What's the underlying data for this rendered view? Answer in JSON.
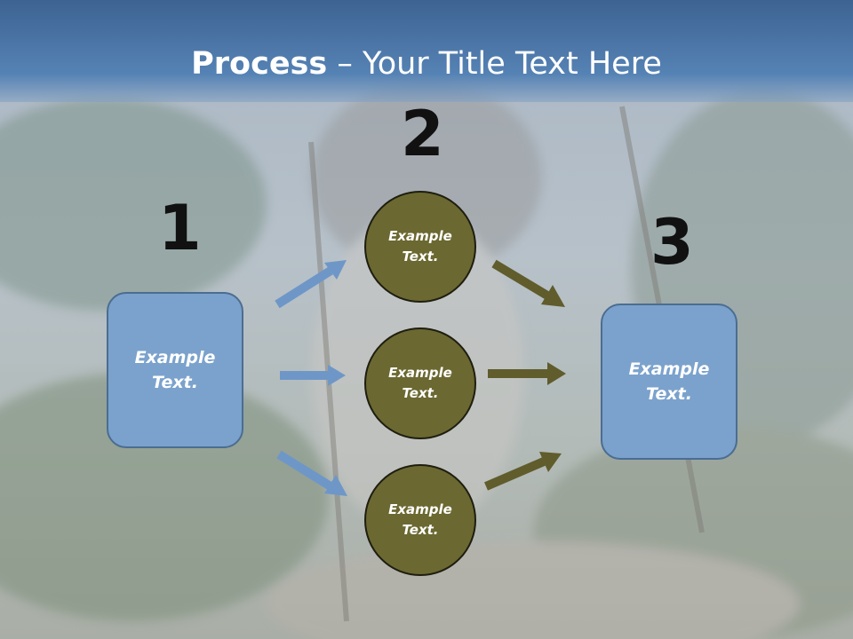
{
  "title": {
    "bold": "Process",
    "rest": " – Your Title Text Here"
  },
  "steps": {
    "one": "1",
    "two": "2",
    "three": "3"
  },
  "boxes": {
    "left": "Example Text.",
    "right": "Example Text."
  },
  "circles": {
    "top": "Example Text.",
    "middle": "Example Text.",
    "bottom": "Example Text."
  },
  "colors": {
    "box_fill": "#7ba2cc",
    "circle_fill": "#6b6831",
    "blue_arrow": "#6e97c8",
    "olive_arrow": "#605c2c",
    "title_bar": "#4a73a6"
  }
}
